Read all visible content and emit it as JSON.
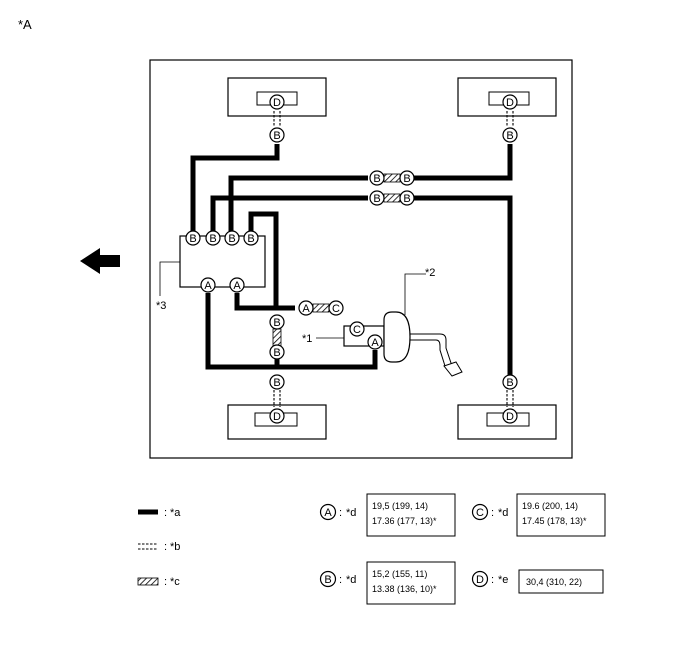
{
  "figure_label": "*A",
  "callouts": {
    "c1": "*1",
    "c2": "*2",
    "c3": "*3"
  },
  "connector_letters": {
    "A": "A",
    "B": "B",
    "C": "C",
    "D": "D"
  },
  "legend": {
    "line_types": [
      {
        "code": "*a"
      },
      {
        "code": "*b"
      },
      {
        "code": "*c"
      }
    ],
    "torques": [
      {
        "letter": "A",
        "code": "*d",
        "lines": [
          "19,5 (199, 14)",
          "17.36 (177, 13)*"
        ]
      },
      {
        "letter": "C",
        "code": "*d",
        "lines": [
          "19.6 (200, 14)",
          "17.45 (178, 13)*"
        ]
      },
      {
        "letter": "B",
        "code": "*d",
        "lines": [
          "15,2 (155, 11)",
          "13.38 (136, 10)*"
        ]
      },
      {
        "letter": "D",
        "code": "*e",
        "lines": [
          "30,4 (310, 22)"
        ]
      }
    ]
  },
  "colors": {
    "line": "#000000",
    "background": "#ffffff"
  },
  "icons": {
    "front_arrow": "arrow-left-icon"
  }
}
